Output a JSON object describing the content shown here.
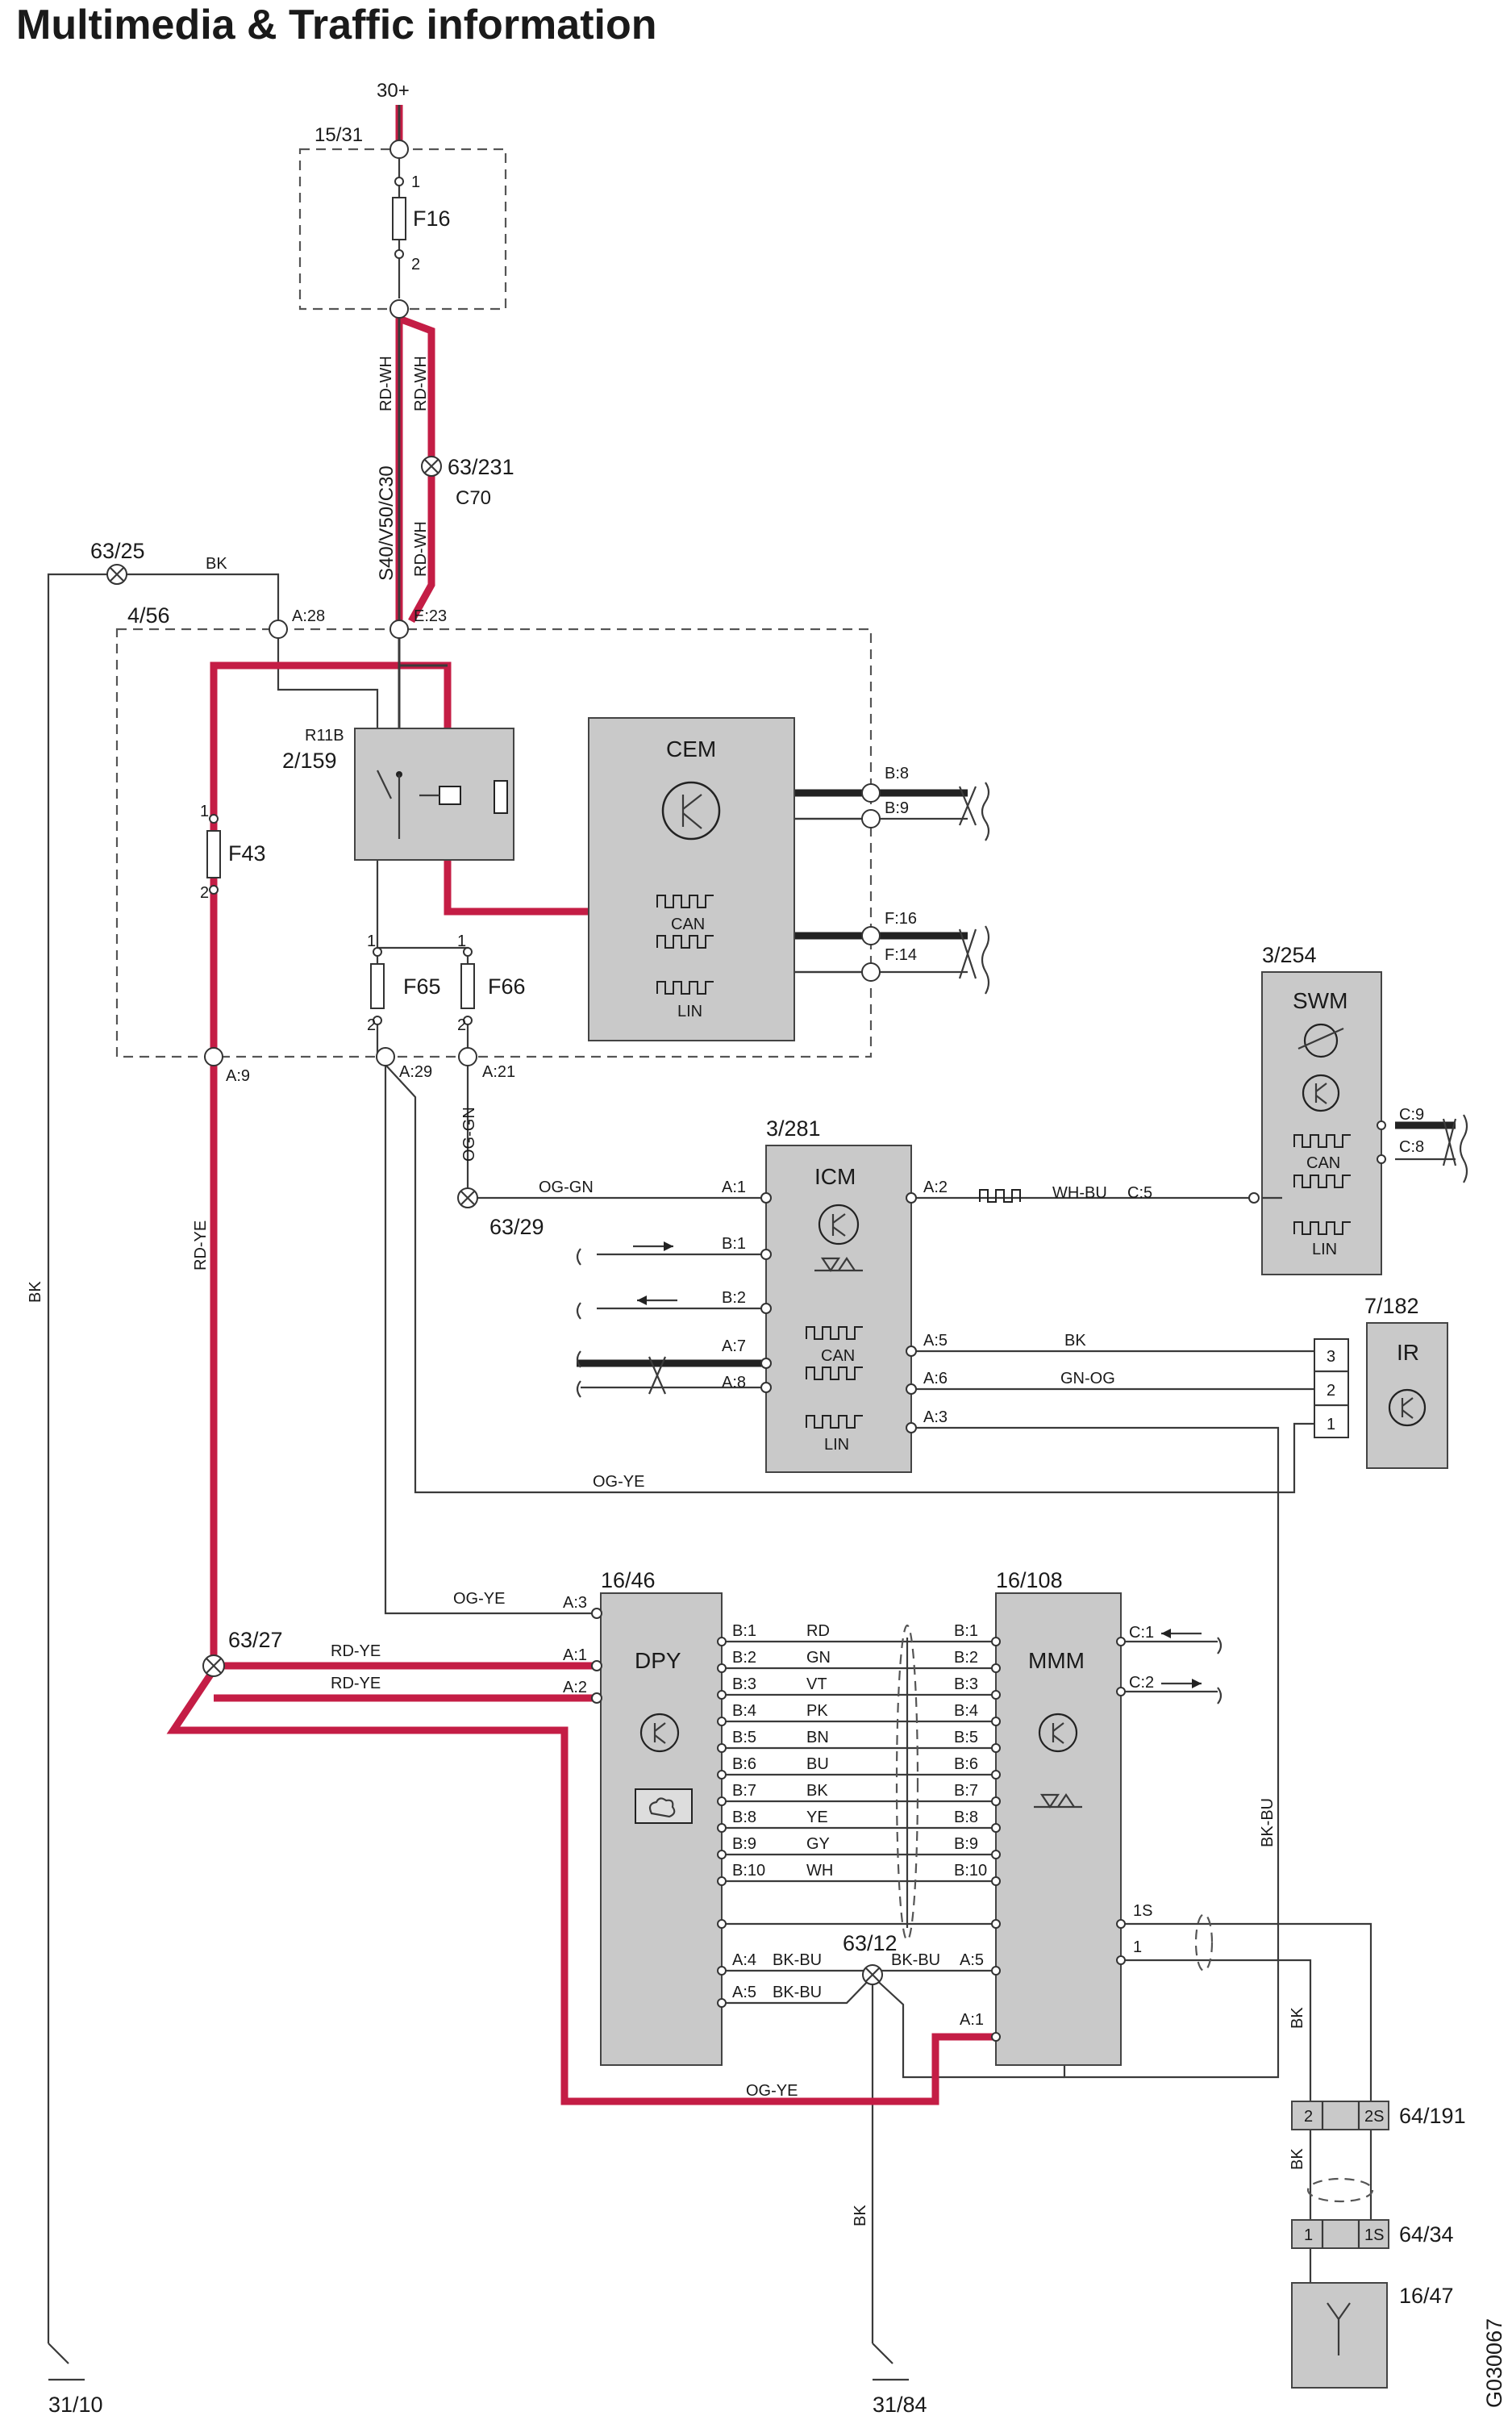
{
  "title": "Multimedia & Traffic information",
  "figure_code": "G030067",
  "power_label": "30+",
  "fuse_box": {
    "ref": "15/31",
    "fuse": "F16",
    "pin1": "1",
    "pin2": "2"
  },
  "cem_box_ref": "4/56",
  "relay": {
    "name": "R11B",
    "ref": "2/159"
  },
  "fuses": {
    "f43": "F43",
    "f65": "F65",
    "f66": "F66",
    "pin1": "1",
    "pin2": "2"
  },
  "splices": {
    "s63_25": "63/25",
    "s63_231": "63/231",
    "c70": "C70",
    "s63_29": "63/29",
    "s63_27": "63/27",
    "s63_12": "63/12"
  },
  "variant_note": "S40/V50/C30",
  "connectors": {
    "a28": "A:28",
    "e23": "E:23",
    "a9": "A:9",
    "a29": "A:29",
    "a21": "A:21",
    "b8": "B:8",
    "b9": "B:9",
    "f16": "F:16",
    "f14": "F:14",
    "c9": "C:9",
    "c8": "C:8",
    "c5": "C:5"
  },
  "modules": {
    "cem": "CEM",
    "swm": "SWM",
    "swm_ref": "3/254",
    "icm": "ICM",
    "icm_ref": "3/281",
    "ir": "IR",
    "ir_ref": "7/182",
    "dpy": "DPY",
    "dpy_ref": "16/46",
    "mmm": "MMM",
    "mmm_ref": "16/108",
    "ant_ref": "16/47"
  },
  "bus": {
    "can": "CAN",
    "lin": "LIN"
  },
  "wire_colors": {
    "bk": "BK",
    "rd_wh": "RD-WH",
    "rd_ye": "RD-YE",
    "og_gn": "OG-GN",
    "og_ye": "OG-YE",
    "wh_bu": "WH-BU",
    "gn_og": "GN-OG",
    "bk_bu": "BK-BU"
  },
  "icm_pins": {
    "a1": "A:1",
    "a2": "A:2",
    "a5": "A:5",
    "a6": "A:6",
    "a3": "A:3",
    "a7": "A:7",
    "a8": "A:8",
    "b1": "B:1",
    "b2": "B:2"
  },
  "ir_pins": [
    "3",
    "2",
    "1"
  ],
  "dpy_pins": {
    "a3": "A:3",
    "a1": "A:1",
    "a2": "A:2",
    "a4": "A:4",
    "a5": "A:5"
  },
  "mmm_pins": {
    "c1": "C:1",
    "c2": "C:2",
    "a5": "A:5",
    "a1": "A:1",
    "s1s": "1S",
    "s1": "1"
  },
  "b_pins": [
    "B:1",
    "B:2",
    "B:3",
    "B:4",
    "B:5",
    "B:6",
    "B:7",
    "B:8",
    "B:9",
    "B:10"
  ],
  "b_colors": [
    "RD",
    "GN",
    "VT",
    "PK",
    "BN",
    "BU",
    "BK",
    "YE",
    "GY",
    "WH"
  ],
  "antenna_conn": {
    "ref1": "64/191",
    "ref2": "64/34",
    "p2": "2",
    "p2s": "2S",
    "p1": "1",
    "p1s": "1S"
  },
  "grounds": {
    "g1": "31/10",
    "g2": "31/84"
  },
  "accent_red": "#c41d45"
}
